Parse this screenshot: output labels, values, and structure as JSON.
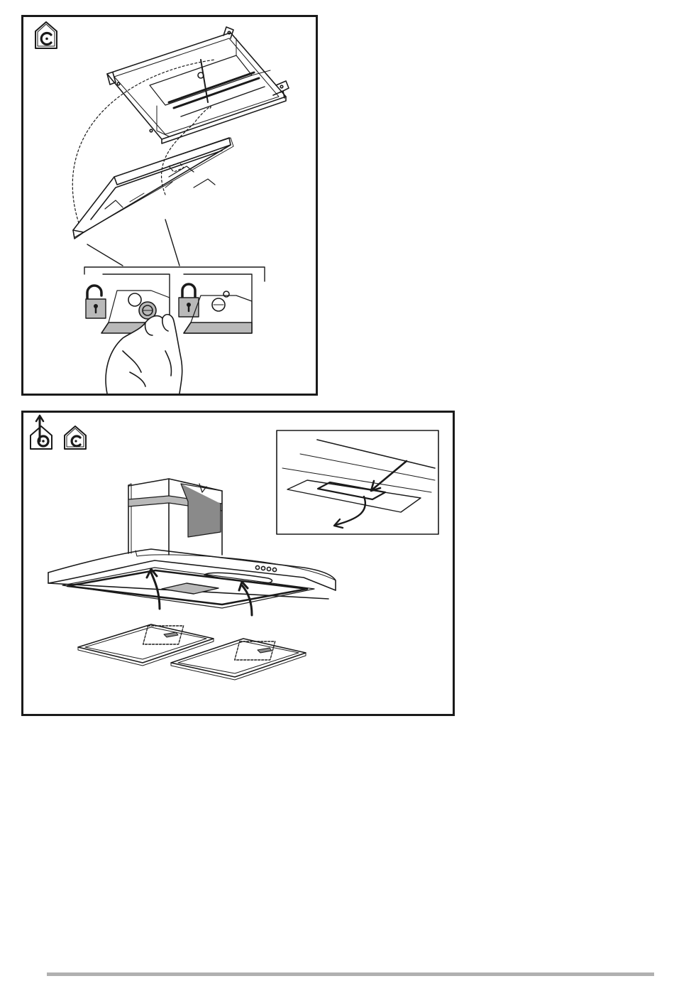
{
  "page": {
    "figures": [
      {
        "id": "figure-1",
        "icons": [
          "recirculation-mode-icon"
        ],
        "steps": [
          {
            "state": "unlocked",
            "icon": "padlock-open-icon"
          },
          {
            "state": "locked",
            "icon": "padlock-closed-icon"
          }
        ]
      },
      {
        "id": "figure-2",
        "icons": [
          "extraction-mode-icon",
          "recirculation-mode-icon"
        ],
        "inset": "filter-latch-detail"
      }
    ]
  },
  "colors": {
    "line": "#1a1a1a",
    "shade": "#b9b9b9",
    "dark_shade": "#8a8a8a",
    "rule": "#b0b0b0"
  }
}
